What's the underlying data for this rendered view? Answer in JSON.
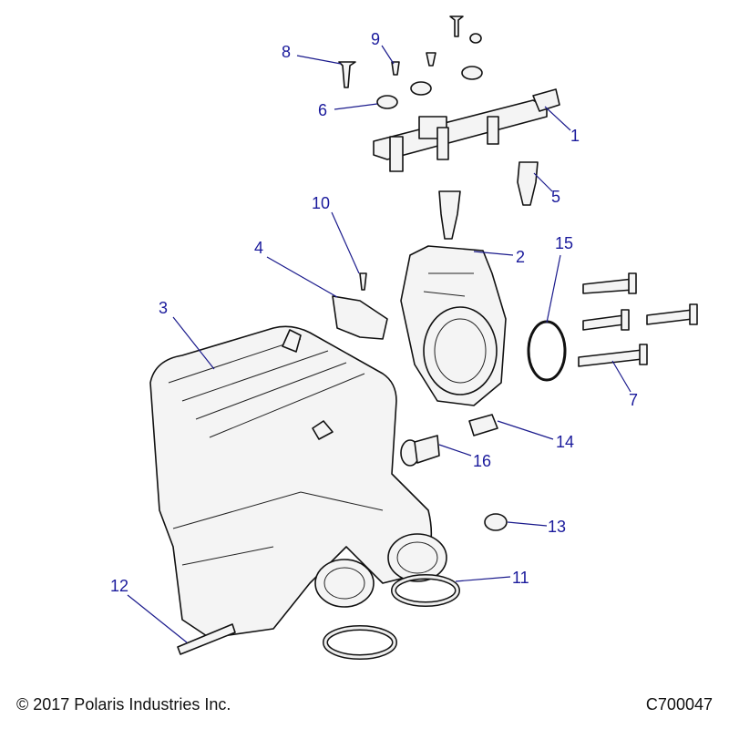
{
  "callouts": {
    "c1": "1",
    "c2": "2",
    "c3": "3",
    "c4": "4",
    "c5": "5",
    "c6": "6",
    "c7": "7",
    "c8": "8",
    "c9": "9",
    "c10": "10",
    "c11": "11",
    "c12": "12",
    "c13": "13",
    "c14": "14",
    "c15": "15",
    "c16": "16"
  },
  "footer": {
    "copyright": "© 2017 Polaris Industries Inc.",
    "drawing_number": "C700047"
  },
  "colors": {
    "callout": "#1a1a9c",
    "line": "#111111"
  }
}
